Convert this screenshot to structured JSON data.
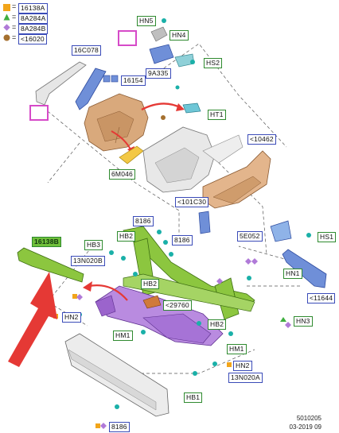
{
  "legend": [
    {
      "symbol": "orange-square",
      "code": "16138A",
      "color": "#f2a51a"
    },
    {
      "symbol": "green-triangle",
      "code": "8A284A",
      "color": "#3fae3f"
    },
    {
      "symbol": "violet-diamond",
      "code": "8A284B",
      "color": "#b07ad8"
    },
    {
      "symbol": "brown-circle",
      "code": "<16020",
      "color": "#a5702f"
    }
  ],
  "labels": {
    "hn5": "HN5",
    "hn4": "HN4",
    "c16c078": "16C078",
    "a9a335": "9A335",
    "hs2": "HS2",
    "c16154": "16154",
    "ht1": "HT1",
    "c10462": "<10462",
    "c6m046": "6M046",
    "c101c30": "<101C30",
    "c8186a": "8186",
    "hb3": "HB3",
    "hb2a": "HB2",
    "c8186b": "8186",
    "c16138b": "16138B",
    "c13n020b": "13N020B",
    "c5e052": "5E052",
    "hs1": "HS1",
    "hn1": "HN1",
    "hb2b": "HB2",
    "c29760": "<29760",
    "c11644": "<11644",
    "hn2a": "HN2",
    "hn3": "HN3",
    "hm1a": "HM1",
    "hb2c": "HB2",
    "hm1b": "HM1",
    "hn2b": "HN2",
    "c13n020a": "13N020A",
    "hb1": "HB1",
    "c8186c": "8186"
  },
  "footer": {
    "code": "5010205",
    "date": "03-2019 09"
  },
  "colors": {
    "frame_green": "#8cc63f",
    "violet_part": "#b98be0",
    "tan_part": "#d9a97c",
    "arrow_red": "#e53935",
    "marker_pink": "#d64ac8"
  }
}
